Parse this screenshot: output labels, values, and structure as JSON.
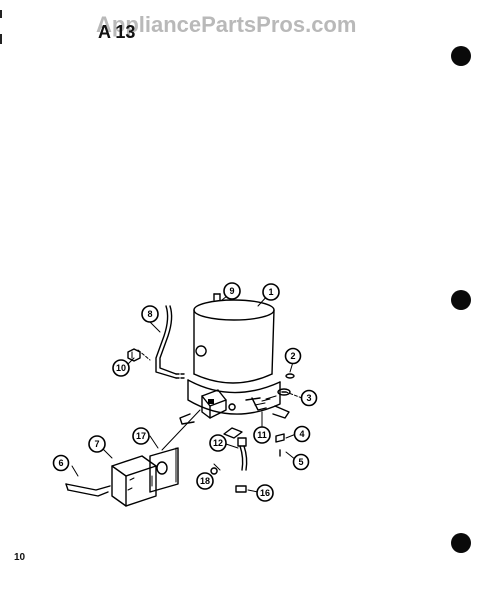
{
  "header": {
    "watermark": "AppliancePartsPros.com",
    "section_code": "A 13"
  },
  "footer": {
    "page_number": "10"
  },
  "callouts": [
    {
      "id": "c1",
      "label": "1"
    },
    {
      "id": "c2",
      "label": "2"
    },
    {
      "id": "c3",
      "label": "3"
    },
    {
      "id": "c4",
      "label": "4"
    },
    {
      "id": "c5",
      "label": "5"
    },
    {
      "id": "c6",
      "label": "6"
    },
    {
      "id": "c7",
      "label": "7"
    },
    {
      "id": "c8",
      "label": "8"
    },
    {
      "id": "c9",
      "label": "9"
    },
    {
      "id": "c10",
      "label": "10"
    },
    {
      "id": "c11",
      "label": "11"
    },
    {
      "id": "c12",
      "label": "12"
    },
    {
      "id": "c16",
      "label": "16"
    },
    {
      "id": "c17",
      "label": "17"
    },
    {
      "id": "c18",
      "label": "18"
    }
  ]
}
